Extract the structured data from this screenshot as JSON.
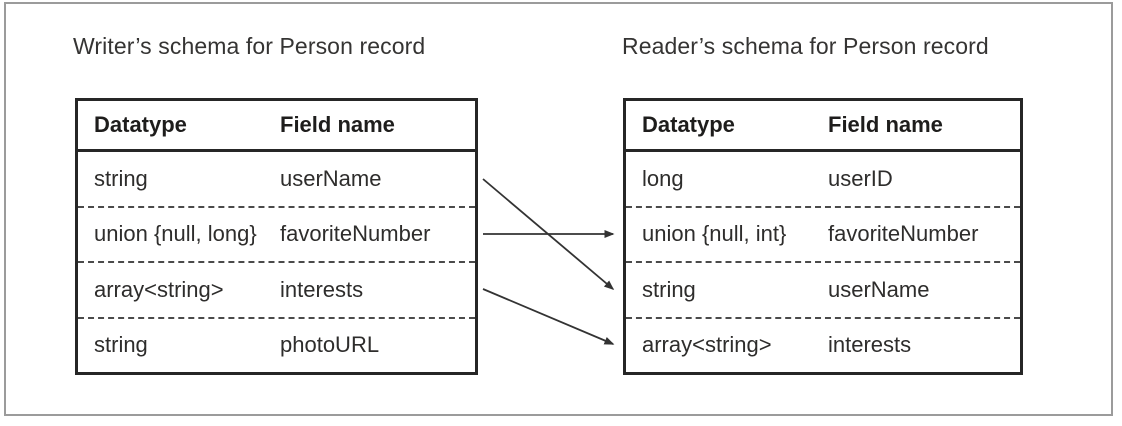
{
  "writer": {
    "title": "Writer’s schema for Person record",
    "columns": {
      "datatype": "Datatype",
      "field": "Field name"
    },
    "rows": [
      {
        "datatype": "string",
        "field": "userName"
      },
      {
        "datatype": "union {null, long}",
        "field": "favoriteNumber"
      },
      {
        "datatype": "array<string>",
        "field": "interests"
      },
      {
        "datatype": "string",
        "field": "photoURL"
      }
    ]
  },
  "reader": {
    "title": "Reader’s schema for Person record",
    "columns": {
      "datatype": "Datatype",
      "field": "Field name"
    },
    "rows": [
      {
        "datatype": "long",
        "field": "userID"
      },
      {
        "datatype": "union {null, int}",
        "field": "favoriteNumber"
      },
      {
        "datatype": "string",
        "field": "userName"
      },
      {
        "datatype": "array<string>",
        "field": "interests"
      }
    ]
  },
  "mappings": [
    {
      "field": "userName",
      "from_row": 0,
      "to_row": 2
    },
    {
      "field": "favoriteNumber",
      "from_row": 1,
      "to_row": 1
    },
    {
      "field": "interests",
      "from_row": 2,
      "to_row": 3
    }
  ],
  "colors": {
    "background": "#ffffff",
    "frame_border": "#9b9b9b",
    "table_border": "#262626",
    "row_separator": "#4a4a4a",
    "arrow": "#333333",
    "text": "#2e2d2c"
  }
}
